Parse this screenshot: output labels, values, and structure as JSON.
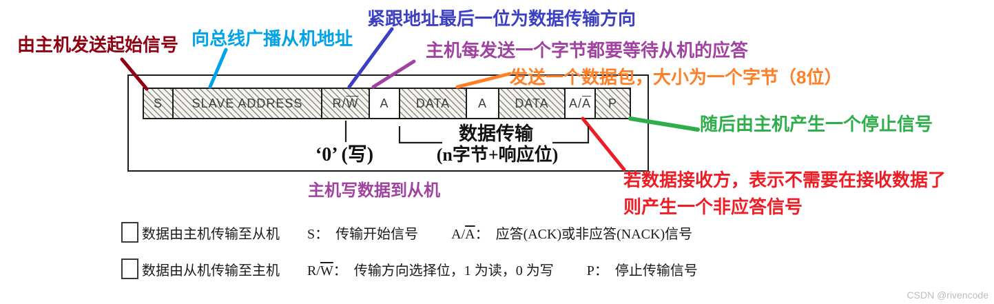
{
  "diagram": {
    "boxes": [
      {
        "label": "S",
        "hatched": true,
        "overline_last": false
      },
      {
        "label": "SLAVE ADDRESS",
        "hatched": true,
        "overline_last": false
      },
      {
        "label": "R/W",
        "hatched": true,
        "overline_last": true
      },
      {
        "label": "A",
        "hatched": false,
        "overline_last": false
      },
      {
        "label": "DATA",
        "hatched": true,
        "overline_last": false
      },
      {
        "label": "A",
        "hatched": false,
        "overline_last": false
      },
      {
        "label": "DATA",
        "hatched": true,
        "overline_last": false
      },
      {
        "label": "A/A",
        "hatched": false,
        "overline_last": true
      },
      {
        "label": "P",
        "hatched": true,
        "overline_last": false
      }
    ],
    "write_label": "‘0’ (写)",
    "transfer_title": "数据传输",
    "transfer_subtitle": "(n字节+响应位)",
    "ink_color": "#1c1c1c"
  },
  "annotations": [
    {
      "text": "由主机发送起始信号",
      "color": "#8E0011"
    },
    {
      "text": "向总线广播从机地址",
      "color": "#00A2E8"
    },
    {
      "text": "紧跟地址最后一位为数据传输方向",
      "color": "#3B3FC4"
    },
    {
      "text": "主机每发送一个字节都要等待从机的应答",
      "color": "#A0429F"
    },
    {
      "text": "发送一个数据包，大小为一个字节（8位）",
      "color": "#FF7F27"
    },
    {
      "text": "随后由主机产生一个停止信号",
      "color": "#2EAD4B"
    },
    {
      "text": "若数据接收方，表示不需要在接收数据了",
      "color": "#EE1C25"
    },
    {
      "text": "则产生一个非应答信号",
      "color": "#EE1C25"
    },
    {
      "text": "主机写数据到从机",
      "color": "#A0429F"
    }
  ],
  "legend": {
    "colon": "：",
    "rows": [
      {
        "swatch": "hatched",
        "desc": "数据由主机传输至从机",
        "items": [
          {
            "key": "S",
            "key_overline_last": false,
            "value": "传输开始信号"
          },
          {
            "key": "A/A",
            "key_overline_last": true,
            "value": "应答(ACK)或非应答(NACK)信号"
          }
        ]
      },
      {
        "swatch": "plain",
        "desc": "数据由从机传输至主机",
        "items": [
          {
            "key": "R/W",
            "key_overline_last": true,
            "value": "传输方向选择位，1 为读，0 为写"
          },
          {
            "key": "P",
            "key_overline_last": false,
            "value": "停止传输信号"
          }
        ]
      }
    ]
  },
  "watermark": {
    "text": "CSDN @rivencode",
    "color": "#bcbcbc"
  }
}
